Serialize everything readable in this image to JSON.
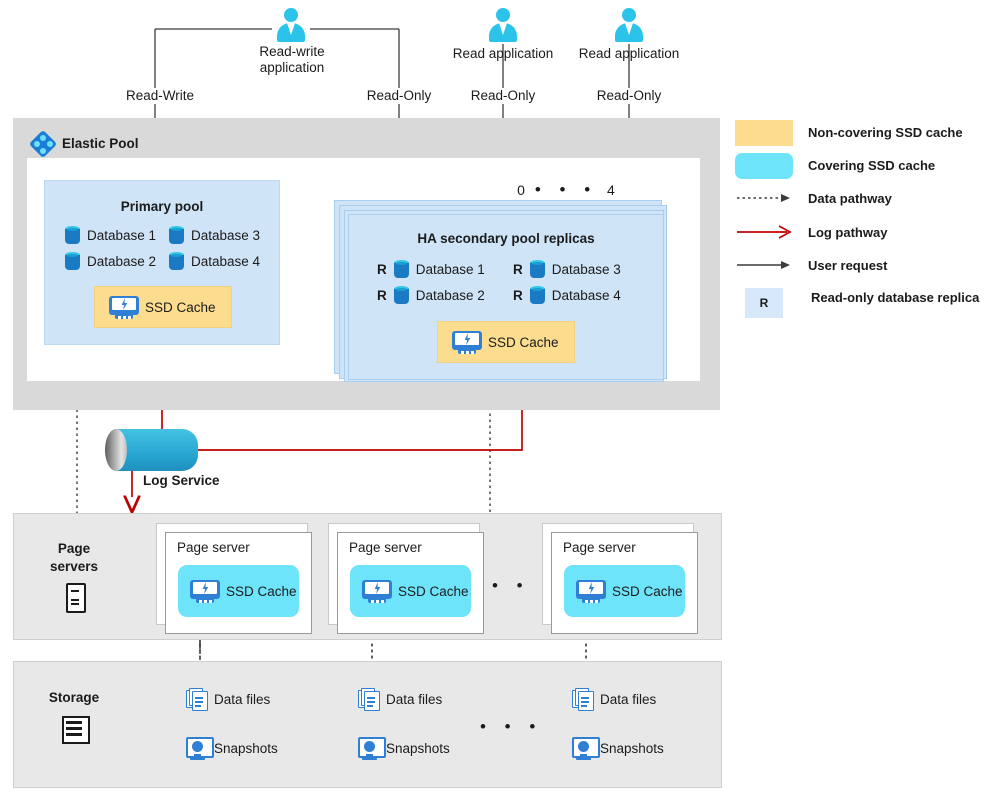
{
  "clients": [
    {
      "icon": "user-icon",
      "label": "Read-write\napplication",
      "label_line1": "Read-write",
      "label_line2": "application"
    },
    {
      "icon": "user-icon",
      "label": "Read application"
    },
    {
      "icon": "user-icon",
      "label": "Read application"
    }
  ],
  "connection_labels": [
    "Read-Write",
    "Read-Only",
    "Read-Only",
    "Read-Only"
  ],
  "elastic_pool": {
    "title": "Elastic Pool",
    "icon": "elastic-pool-diamond-icon",
    "primary_pool": {
      "title": "Primary pool",
      "databases": [
        "Database 1",
        "Database 2",
        "Database 3",
        "Database 4"
      ],
      "cache": {
        "label": "SSD Cache",
        "icon": "ssd-drive-icon",
        "type": "non-covering",
        "color": "#fcdd8f"
      }
    },
    "secondary_pool": {
      "title": "HA secondary pool replicas",
      "replica_count_label": "0 • • • 4",
      "replica_count_min": "0",
      "replica_count_max": "4",
      "read_only_tag": "R",
      "databases": [
        "Database 1",
        "Database 2",
        "Database 3",
        "Database 4"
      ],
      "cache": {
        "label": "SSD Cache",
        "icon": "ssd-drive-icon",
        "type": "non-covering",
        "color": "#fcdd8f"
      }
    }
  },
  "log_service": {
    "label": "Log Service",
    "icon": "cylinder-icon"
  },
  "page_servers": {
    "title_line1": "Page",
    "title_line2": "servers",
    "icon": "server-tower-icon",
    "ellipsis": "• • •",
    "servers": [
      {
        "title": "Page server",
        "cache": {
          "label": "SSD Cache",
          "icon": "ssd-drive-icon",
          "type": "covering",
          "color": "#6ee4fb"
        }
      },
      {
        "title": "Page server",
        "cache": {
          "label": "SSD Cache",
          "icon": "ssd-drive-icon",
          "type": "covering",
          "color": "#6ee4fb"
        }
      },
      {
        "title": "Page server",
        "cache": {
          "label": "SSD Cache",
          "icon": "ssd-drive-icon",
          "type": "covering",
          "color": "#6ee4fb"
        }
      }
    ]
  },
  "storage": {
    "title": "Storage",
    "icon": "storage-icon",
    "ellipsis": "• • •",
    "columns": [
      {
        "data_files": "Data files",
        "snapshots": "Snapshots"
      },
      {
        "data_files": "Data files",
        "snapshots": "Snapshots"
      },
      {
        "data_files": "Data files",
        "snapshots": "Snapshots"
      }
    ]
  },
  "legend": {
    "items": [
      {
        "kind": "swatch-yellow",
        "label": "Non-covering SSD cache",
        "color": "#fcdd8f"
      },
      {
        "kind": "swatch-cyan",
        "label": "Covering SSD cache",
        "color": "#6ee4fb"
      },
      {
        "kind": "arrow-dotted",
        "label": "Data pathway",
        "color": "#3b3b3b"
      },
      {
        "kind": "arrow-red",
        "label": "Log pathway",
        "color": "#c00000"
      },
      {
        "kind": "arrow-solid",
        "label": "User request",
        "color": "#3b3b3b"
      },
      {
        "kind": "badge-r",
        "label": "Read-only database replica",
        "badge": "R",
        "color": "#d6e8fa"
      }
    ]
  },
  "colors": {
    "pool_fill": "#cfe4f7",
    "panel_gray": "#d9d9d9",
    "section_gray": "#e8e8e8",
    "log_red": "#c00000",
    "accent_blue": "#2f7fd4",
    "cyan": "#2cc3ea"
  }
}
